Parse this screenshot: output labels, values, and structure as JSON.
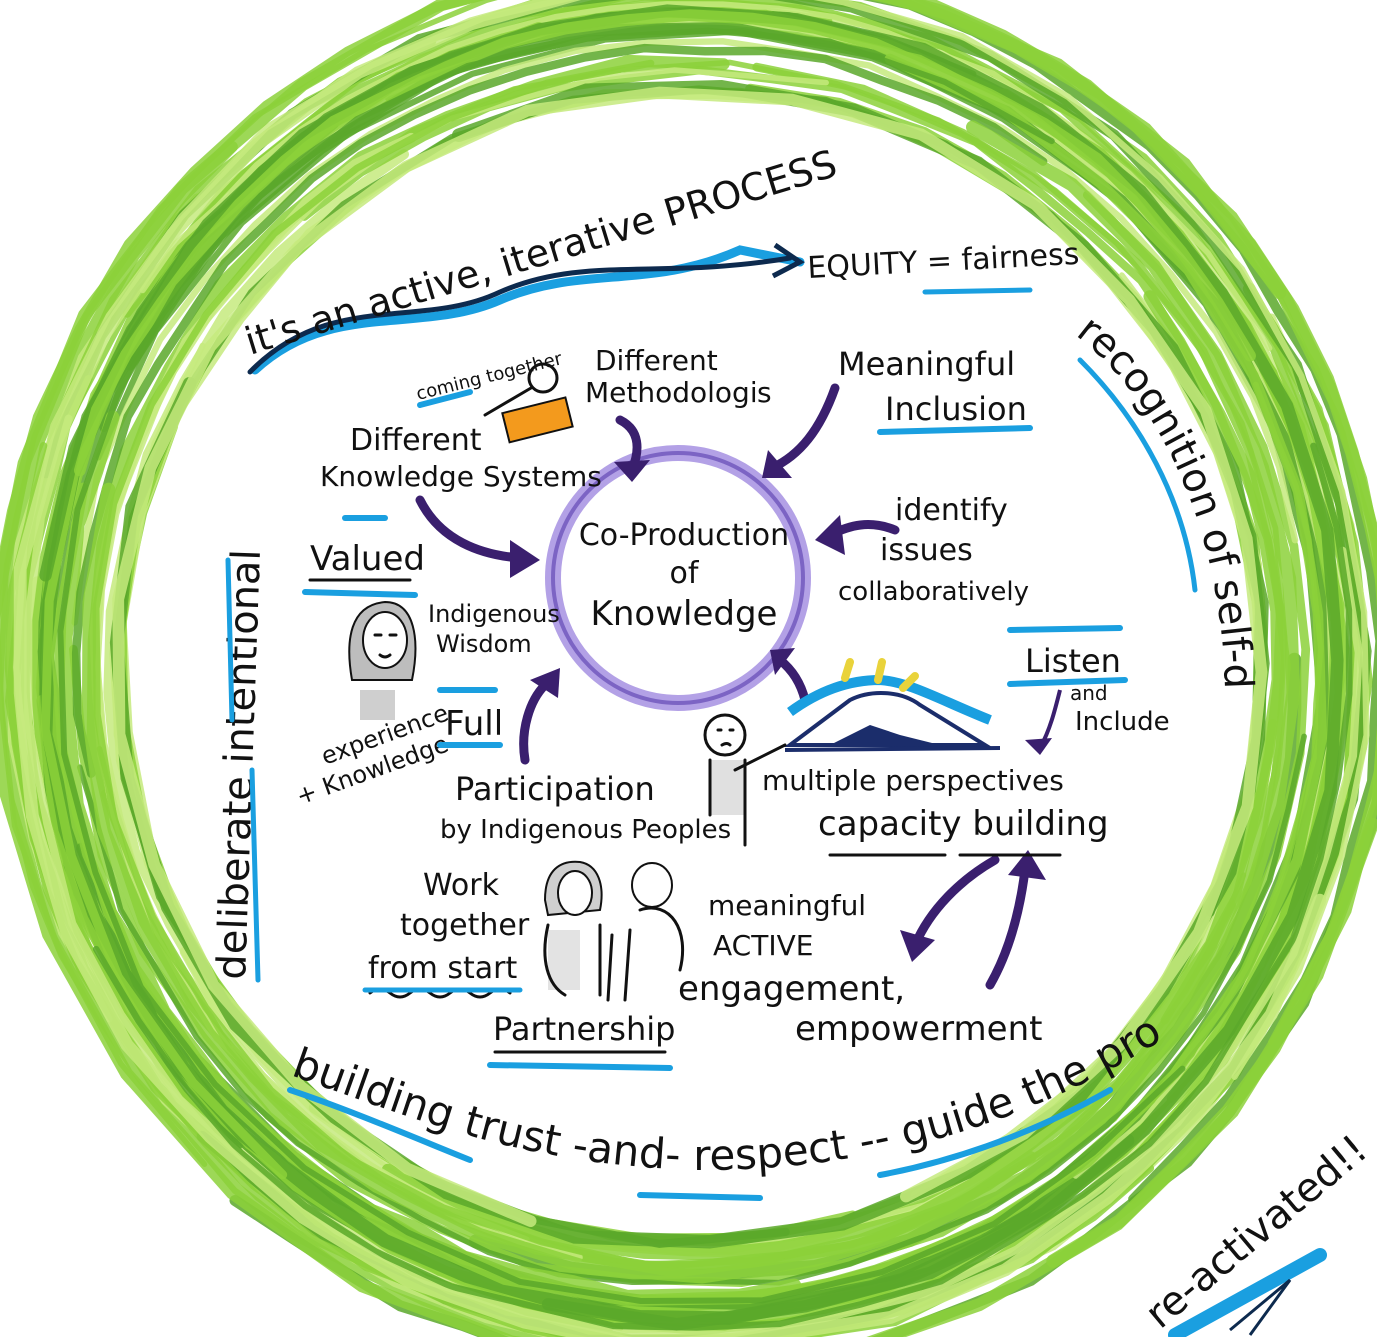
{
  "colors": {
    "ring_green": "#8cd13a",
    "ring_green_light": "#c6ea7e",
    "ring_green_dark": "#5aa82a",
    "highlight_blue": "#1a9fe0",
    "arrow_purple": "#3a1f6e",
    "center_circle_purple": "#9d86d6",
    "ink": "#111111",
    "magnifier_orange": "#f39a1d"
  },
  "center": {
    "line1": "Co-Production",
    "line2": "of",
    "line3": "Knowledge"
  },
  "outer": {
    "process": "it's an active, iterative PROCESS",
    "equity": "EQUITY = fairness",
    "self_determination": "recognition of self-determination",
    "intentional": "deliberate intentional",
    "trust": "building trust -and- respect -- guide the process",
    "reactivated": "re-activated!!"
  },
  "nodes": {
    "coming_together": "coming together",
    "different_methodologies": [
      "Different",
      "Methodologi",
      "s"
    ],
    "meaningful_inclusion": [
      "Meaningful",
      "Inclusion"
    ],
    "knowledge_systems": [
      "Different",
      "Knowledge Systems"
    ],
    "identify_issues": [
      "identify",
      "issues",
      "collaboratively"
    ],
    "valued": "Valued",
    "indigenous_wisdom": [
      "Indigenous",
      "Wisdom"
    ],
    "listen": "Listen",
    "and_include": [
      "and",
      "Include"
    ],
    "experience": [
      "experience",
      "+ Knowledge"
    ],
    "full": "Full",
    "participation": [
      "Participation",
      "by Indigenous Peoples"
    ],
    "multiple_perspectives": "multiple perspectives",
    "capacity_building": "capacity building",
    "work_together": [
      "Work",
      "together",
      "from start"
    ],
    "engagement": [
      "meaningful",
      "ACTIVE",
      "engagement,",
      "empowerment"
    ],
    "partnership": "Partnership"
  }
}
